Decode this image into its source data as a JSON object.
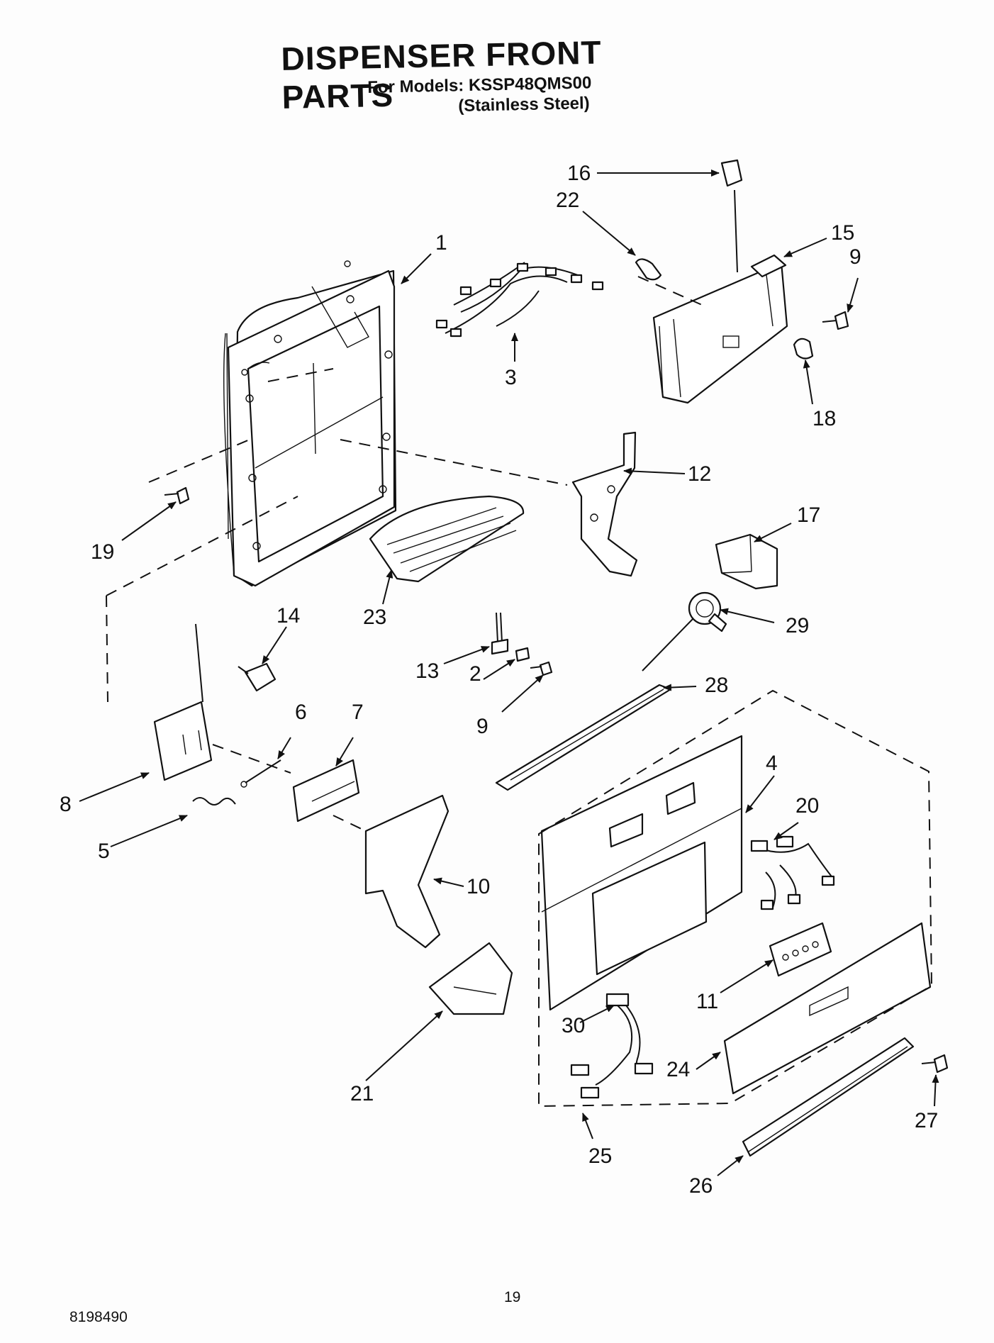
{
  "header": {
    "title": "DISPENSER FRONT PARTS",
    "models_line": "For Models: KSSP48QMS00",
    "variant": "(Stainless Steel)"
  },
  "footer": {
    "doc_number": "8198490",
    "page_number": "19"
  },
  "callouts": [
    "1",
    "2",
    "3",
    "4",
    "5",
    "6",
    "7",
    "8",
    "9",
    "10",
    "11",
    "12",
    "13",
    "14",
    "15",
    "16",
    "17",
    "18",
    "19",
    "20",
    "21",
    "22",
    "23",
    "24",
    "25",
    "26",
    "27",
    "28",
    "29",
    "30"
  ]
}
